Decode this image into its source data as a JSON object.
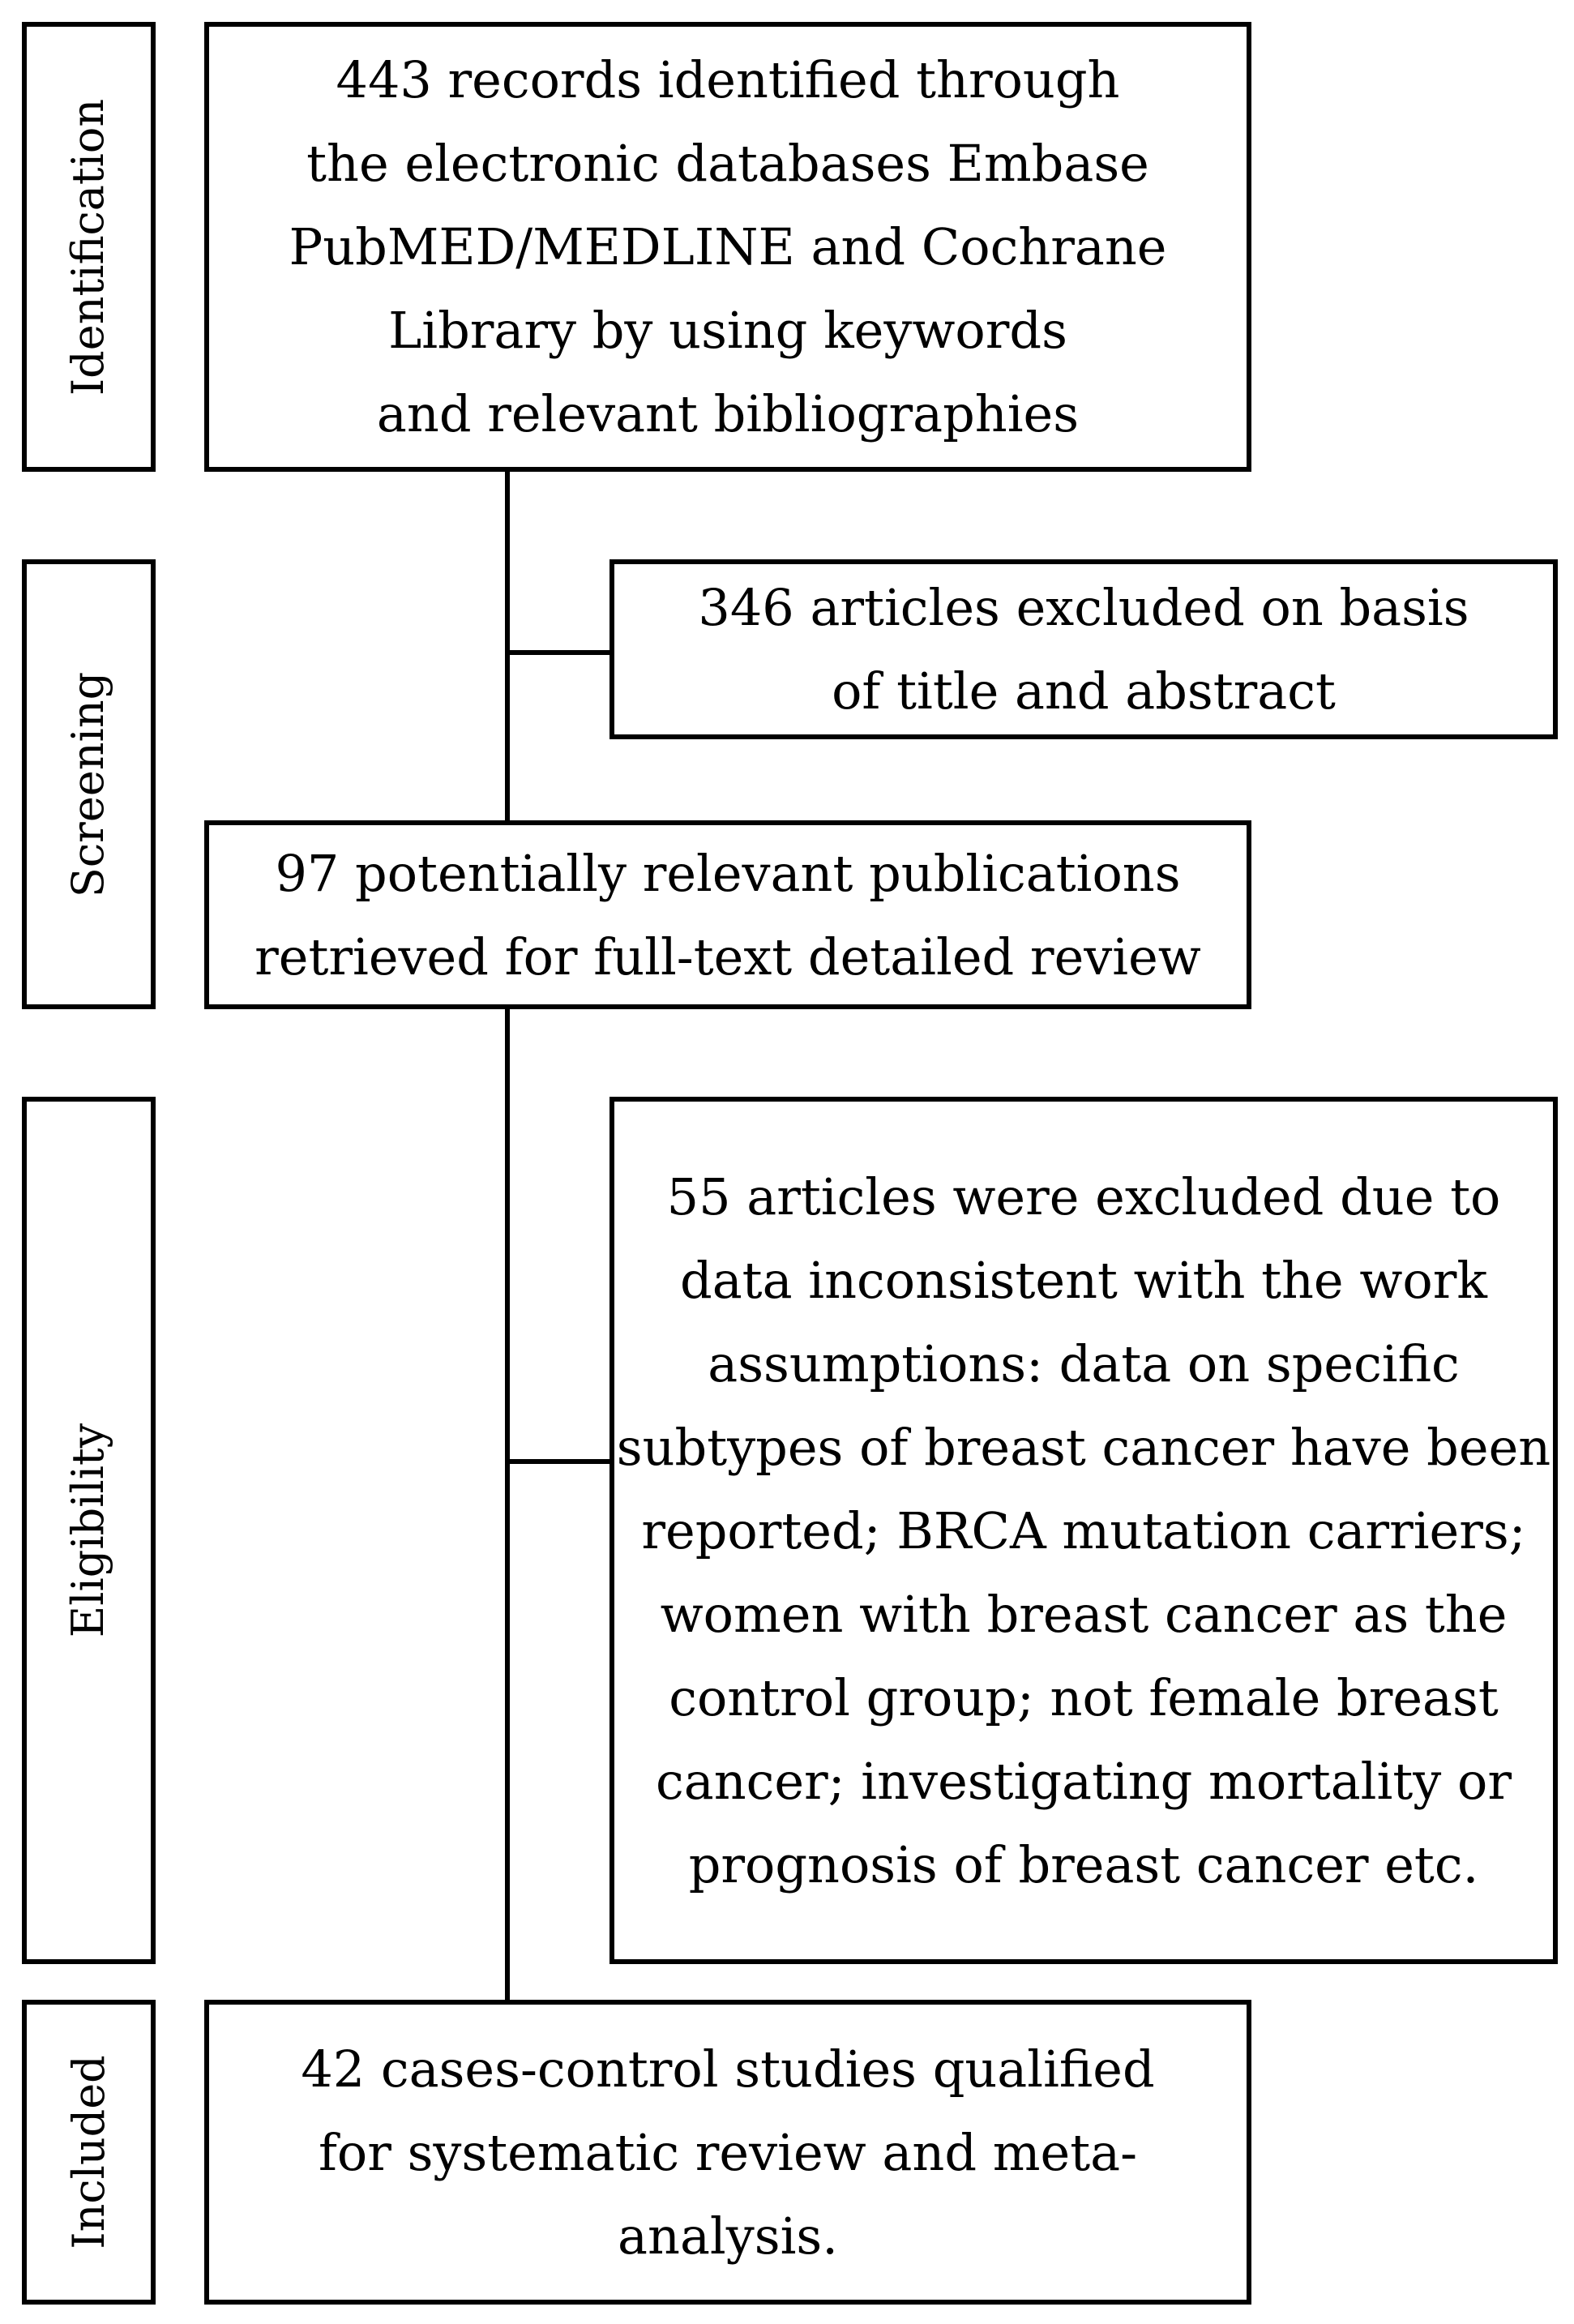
{
  "stages": {
    "identification": "Identification",
    "screening": "Screening",
    "eligibility": "Eligibility",
    "included": "Included"
  },
  "boxes": {
    "identified": "443 records identified through\nthe electronic databases Embase\nPubMED/MEDLINE and Cochrane\nLibrary by using keywords\nand relevant bibliographies",
    "excluded_screening": "346 articles excluded on basis\nof title and abstract",
    "retrieved": "97 potentially relevant publications\nretrieved for full-text detailed review",
    "excluded_eligibility": "55 articles were excluded due to\ndata inconsistent with the work\nassumptions: data on specific\nsubtypes of breast cancer have been\nreported; BRCA mutation carriers;\nwomen with breast cancer as the\ncontrol group; not female breast\ncancer; investigating mortality or\nprognosis of breast cancer etc.",
    "included": "42 cases-control studies qualified\nfor systematic review and meta-\nanalysis."
  }
}
